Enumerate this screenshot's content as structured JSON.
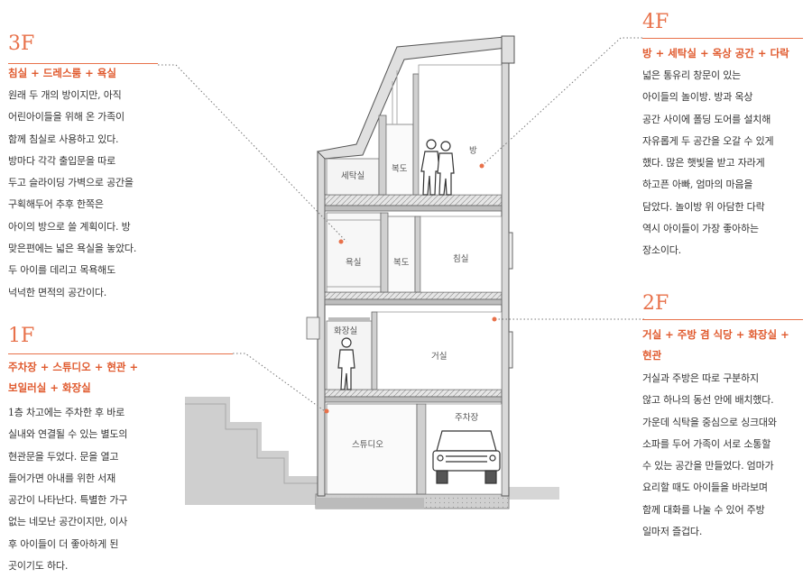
{
  "floors": {
    "f3": {
      "title": "3F",
      "subtitle": "침실 + 드레스룸 + 욕실",
      "body": "원래 두 개의 방이지만, 아직\n어린아이들을 위해 온 가족이\n함께 침실로 사용하고 있다.\n방마다 각각 출입문을 따로\n두고 슬라이딩 가벽으로 공간을\n구획해두어 추후 한쪽은\n아이의 방으로 쓸 계획이다. 방\n맞은편에는 넓은 욕실을 놓았다.\n두 아이를 데리고 목욕해도\n넉넉한 면적의 공간이다."
    },
    "f1": {
      "title": "1F",
      "subtitle": "주차장 + 스튜디오 + 현관 +\n보일러실 + 화장실",
      "body": "1층 차고에는 주차한 후 바로\n실내와 연결될 수 있는 별도의\n현관문을 두었다. 문을 열고\n들어가면 아내를 위한 서재\n공간이 나타난다. 특별한 가구\n없는 네모난 공간이지만, 이사\n후 아이들이 더 좋아하게 된\n곳이기도 하다."
    },
    "f4": {
      "title": "4F",
      "subtitle": "방 + 세탁실 + 옥상 공간 + 다락",
      "body": "넓은 통유리 창문이 있는\n아이들의 놀이방. 방과 옥상\n공간 사이에 폴딩 도어를 설치해\n자유롭게 두 공간을 오갈 수 있게\n했다. 많은 햇빛을 받고 자라게\n하고픈 아빠, 엄마의 마음을\n담았다. 놀이방 위 아담한 다락\n역시 아이들이 가장 좋아하는\n장소이다."
    },
    "f2": {
      "title": "2F",
      "subtitle": "거실 + 주방 겸 식당 + 화장실 +\n현관",
      "body": "거실과 주방은 따로 구분하지\n않고 하나의 동선 안에 배치했다.\n가운데 식탁을 중심으로 싱크대와\n소파를 두어 가족이 서로 소통할\n수 있는 공간을 만들었다. 엄마가\n요리할 때도 아이들을 바라보며\n함께 대화를 나눌 수 있어 주방\n일마저 즐겁다."
    }
  },
  "rooms": {
    "laundry": "세탁실",
    "hall4": "복도",
    "room": "방",
    "bath": "욕실",
    "hall3": "복도",
    "bedroom": "침실",
    "toilet": "화장실",
    "living": "거실",
    "studio": "스튜디오",
    "parking": "주차장"
  },
  "colors": {
    "accent": "#e8714a",
    "wall": "#d9d9d9",
    "slab": "#bdbdbd"
  }
}
